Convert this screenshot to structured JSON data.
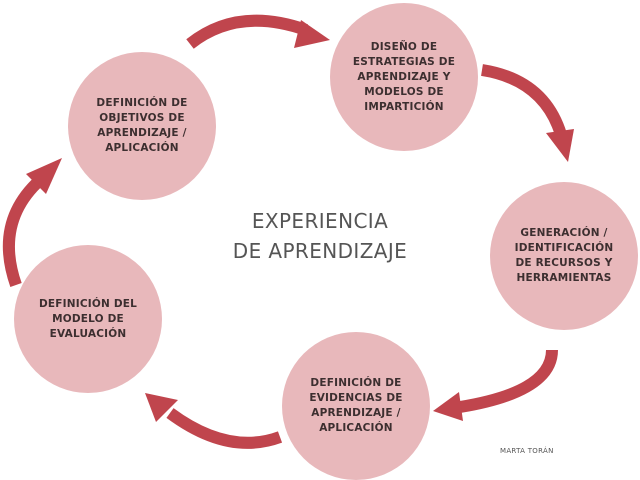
{
  "colors": {
    "circle_fill": "#e8b8bb",
    "arrow": "#c0454d",
    "circle_text": "#3d2f30",
    "title_text": "#555555"
  },
  "center": {
    "title": "EXPERIENCIA\nDE APRENDIZAJE"
  },
  "stages": [
    {
      "label": "DEFINICIÓN DE\nOBJETIVOS DE\nAPRENDIZAJE /\nAPLICACIÓN"
    },
    {
      "label": "DISEÑO DE\nESTRATEGIAS DE\nAPRENDIZAJE Y\nMODELOS DE\nIMPARTICIÓN"
    },
    {
      "label": "GENERACIÓN /\nIDENTIFICACIÓN\nDE RECURSOS Y\nHERRAMIENTAS"
    },
    {
      "label": "DEFINICIÓN DE\nEVIDENCIAS DE\nAPRENDIZAJE /\nAPLICACIÓN"
    },
    {
      "label": "DEFINICIÓN DEL\nMODELO DE\nEVALUACIÓN"
    }
  ],
  "author": "MARTA TORÁN"
}
